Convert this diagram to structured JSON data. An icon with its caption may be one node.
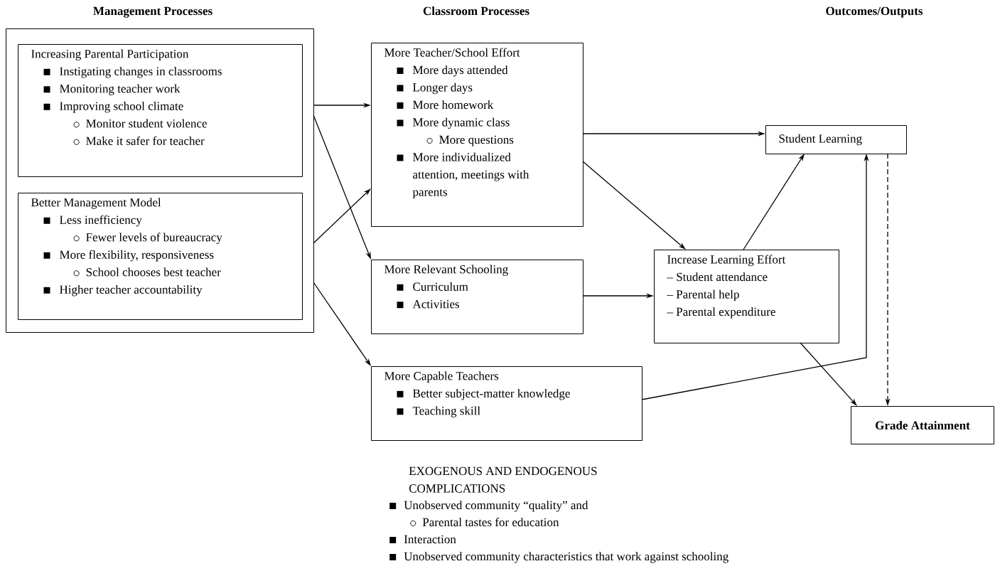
{
  "diagram": {
    "nodes": [
      {
        "text": [],
        "shape": "box"
      },
      {
        "text": [
          "Increasing Parental Participation",
          "Instigating changes in classrooms",
          "Monitoring teacher work",
          "Improving school climate",
          "Monitor student violence",
          "Make it safer for teacher"
        ],
        "in": 0
      },
      {
        "text": [
          "Better Management Model",
          "Less inefficiency",
          "Fewer levels of bureaucracy",
          "More flexibility, responsiveness",
          "School chooses best teacher",
          "Higher teacher accountability"
        ],
        "in": 0
      },
      {
        "text": [
          "More Teacher/School Effort",
          "More days attended",
          "Longer days",
          "More homework",
          "More dynamic class",
          "More questions",
          "More individualized attention, meetings with parents"
        ]
      },
      {
        "text": [
          "More Relevant Schooling",
          "Curriculum",
          "Activities"
        ]
      },
      {
        "text": [
          "More Capable Teachers",
          "Better subject-matter knowledge",
          "Teaching skill"
        ]
      },
      {
        "text": [
          "Student Learning"
        ]
      },
      {
        "text": [
          "Increase Learning Effort",
          "– Student attendance",
          "– Parental help",
          "– Parental expenditure"
        ]
      },
      {
        "text": [
          "Grade Attainment"
        ]
      }
    ],
    "edges": [
      {
        "from": 0,
        "to": 3,
        "arrow": "to"
      },
      {
        "from": 0,
        "to": 4,
        "arrow": "to"
      },
      {
        "from": 0,
        "to": 3,
        "arrow": "to"
      },
      {
        "from": 0,
        "to": 5,
        "arrow": "to"
      },
      {
        "from": 3,
        "to": 6,
        "arrow": "to"
      },
      {
        "from": 3,
        "to": 7,
        "arrow": "to"
      },
      {
        "from": 4,
        "to": 7,
        "arrow": "to"
      },
      {
        "from": 7,
        "to": 6,
        "arrow": "to"
      },
      {
        "from": 5,
        "to": 6,
        "arrow": "to"
      },
      {
        "from": 7,
        "to": 8,
        "arrow": "to"
      },
      {
        "from": 6,
        "to": 8,
        "arrow": "to",
        "style": "dashed"
      }
    ],
    "labels": [
      "Management Processes",
      "Classroom Processes",
      "Outcomes/Outputs",
      "EXOGENOUS AND ENDOGENOUS COMPLICATIONS",
      "Unobserved community “quality” and",
      "Parental tastes for education",
      "Interaction",
      "Unobserved community characteristics that work against schooling"
    ]
  }
}
